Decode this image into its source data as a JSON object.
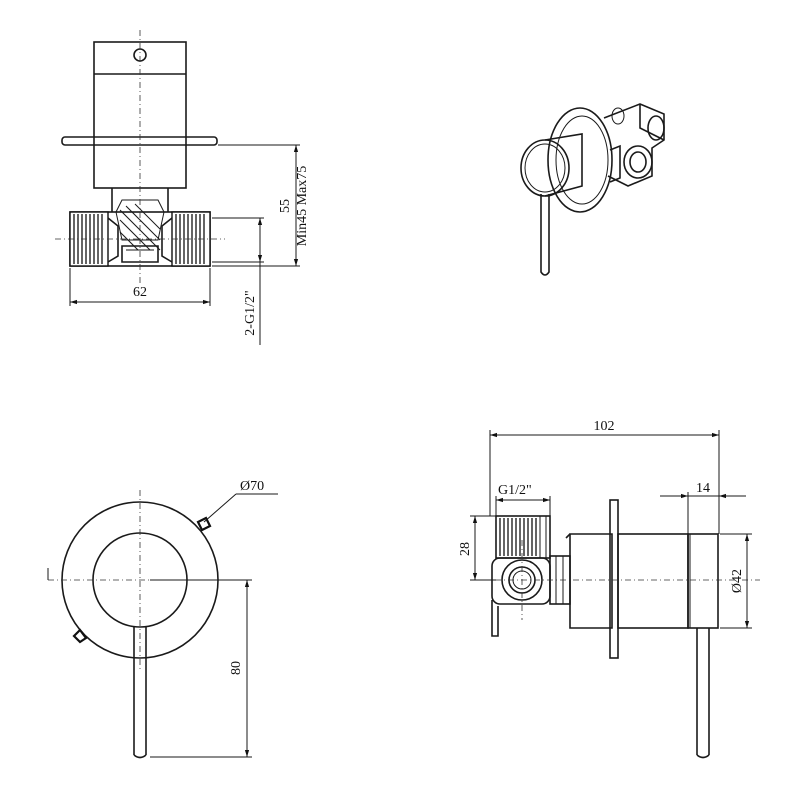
{
  "views": {
    "front_section": {
      "width_dim": "62",
      "height_dim": "55",
      "depth_range": "Min45 Max75",
      "thread_dim": "2-G1/2\""
    },
    "front_face": {
      "plate_diameter": "Ø70",
      "lever_length": "80"
    },
    "side_view": {
      "overall_length": "102",
      "inlet_thread": "G1/2\"",
      "body_height": "28",
      "handle_width": "14",
      "handle_diameter": "Ø42"
    }
  }
}
